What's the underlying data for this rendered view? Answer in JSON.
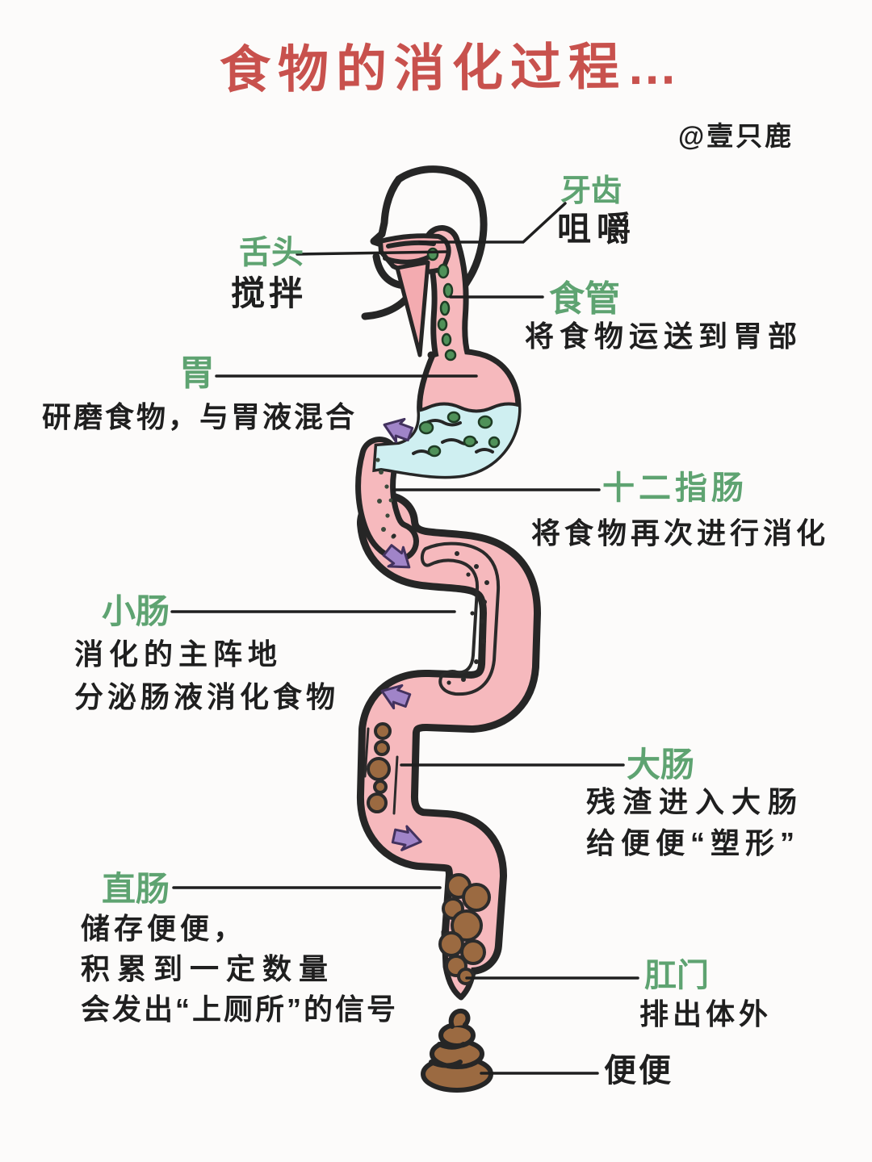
{
  "page": {
    "title": "食物的消化过程…",
    "signature": "@壹只鹿"
  },
  "colors": {
    "title_red": "#c8514d",
    "term_green": "#5ea371",
    "text_black": "#1f1f1f",
    "tract_pink": "#f6b9bd",
    "outline_dark": "#262626",
    "gastric_fluid_cyan": "#cfeff1",
    "food_bit_green": "#4f9159",
    "arrow_purple": "#a084c8",
    "poop_brown": "#9b6a41",
    "background": "#fcfbfa"
  },
  "annotations": {
    "teeth": {
      "term": "牙齿",
      "note": "咀嚼"
    },
    "tongue": {
      "term": "舌头",
      "note": "搅拌"
    },
    "esophagus": {
      "term": "食管",
      "note": "将食物运送到胃部"
    },
    "stomach": {
      "term": "胃",
      "note": "研磨食物，与胃液混合"
    },
    "duodenum": {
      "term": "十二指肠",
      "note": "将食物再次进行消化"
    },
    "small_intestine": {
      "term": "小肠",
      "note_line1": "消化的主阵地",
      "note_line2": "分泌肠液消化食物"
    },
    "large_intestine": {
      "term": "大肠",
      "note_line1": "残渣进入大肠",
      "note_line2": "给便便“塑形”"
    },
    "rectum": {
      "term": "直肠",
      "note_line1": "储存便便，",
      "note_line2": "积累到一定数量",
      "note_line3": "会发出“上厕所”的信号"
    },
    "anus": {
      "term": "肛门",
      "note": "排出体外"
    },
    "poop": {
      "term": "便便"
    }
  }
}
